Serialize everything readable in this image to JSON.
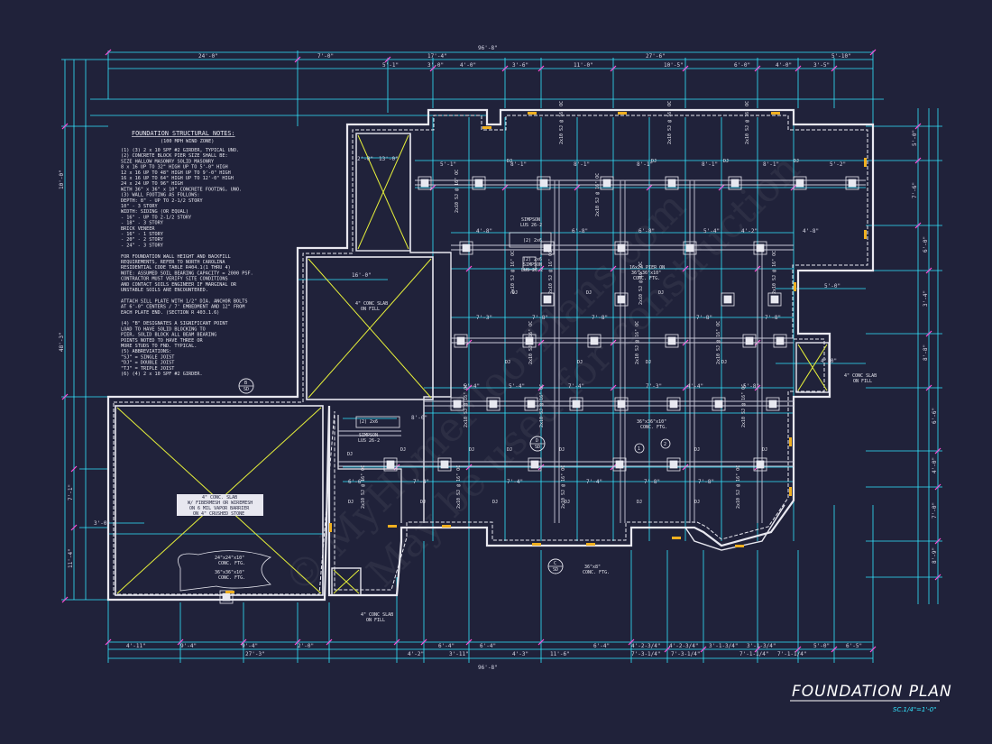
{
  "sheet": {
    "title": "FOUNDATION PLAN",
    "scale": "SC.1/4\"=1'-0\"",
    "watermark_line1": "© MyHomeFloorPlans.com",
    "watermark_line2": "May be used for construction"
  },
  "notes": {
    "heading": "FOUNDATION STRUCTURAL NOTES:",
    "subheading": "(100 MPH WIND ZONE)",
    "lines": [
      "(1) (3) 2 x 10 SPF #2 GIRDER, TYPICAL UNO.",
      "(2) CONCRETE BLOCK PIER SIZE SHALL BE:",
      "     SIZE    HALLOW MASONRY   SOLID MASONRY",
      "     8 x 16    UP TO 32\" HIGH    UP TO 5'-0\" HIGH",
      "     12 x 16   UP TO 48\" HIGH    UP TO 9'-0\" HIGH",
      "     16 x 16   UP TO 64\" HIGH    UP TO 12'-0\" HIGH",
      "     24 x 24   UP TO 96\" HIGH",
      "     WITH 36\" x 36\" x 10\" CONCRETE FOOTING, UNO.",
      "(3) WALL FOOTING AS FOLLOWS:",
      "     DEPTH:  8\" - UP TO 2-1/2 STORY",
      "             10\" - 3 STORY",
      "     WIDTH:  SIDING (OR EQUAL)",
      "               - 16\" - UP TO 2-1/2 STORY",
      "               - 18\" - 3 STORY",
      "             BRICK VENEER",
      "               - 16\" - 1 STORY",
      "               - 20\" - 2 STORY",
      "               - 24\" - 3 STORY",
      "",
      "FOR FOUNDATION WALL HEIGHT AND BACKFILL",
      "REQUIREMENTS, REFER TO NORTH CAROLINA",
      "RESIDENTIAL CODE TABLE R404.1(1 THRU 4)",
      "NOTE: ASSUMED SOIL BEARING CAPACITY = 2000 PSF.",
      "CONTRACTOR MUST VERIFY SITE CONDITIONS",
      "AND CONTACT SOILS ENGINEER IF MARGINAL OR",
      "UNSTABLE SOILS ARE ENCOUNTERED.",
      "",
      "ATTACH SILL PLATE WITH 1/2\" DIA. ANCHOR BOLTS",
      "AT 6'-0\" CENTERS / 7' EMBEDMENT AND 12\" FROM",
      "EACH PLATE END. (SECTION R 403.1.6)",
      "",
      "(4) \"B\" DESIGNATES A SIGNIFICANT POINT",
      "     LOAD TO HAVE SOLID BLOCKING TO",
      "     PIER, SOLID BLOCK ALL BEAM BEARING",
      "     POINTS NOTED TO HAVE THREE OR",
      "     MORE STUDS TO FND. TYPICAL.",
      "(5) ABBREVIATIONS:",
      "     \"SJ\" = SINGLE JOIST",
      "     \"DJ\" = DOUBLE JOIST",
      "     \"TJ\" = TRIPLE JOIST",
      "(6) (4) 2 x 10 SPF #2 GIRDER."
    ]
  },
  "labels": {
    "slab_porch": "4\" CONC SLAB",
    "slab_porch_2": "ON FILL",
    "slab_right": "4\" CONC SLAB",
    "slab_right_2": "ON FILL",
    "slab_bottom": "4\" CONC SLAB",
    "slab_bottom_2": "ON FILL",
    "garage_note_1": "4\" CONC. SLAB",
    "garage_note_2": "W/ FIBERMESH OR WIREMESH",
    "garage_note_3": "ON 6 MIL VAPOR BARRIER",
    "garage_note_4": "ON 4\" CRUSHED STONE",
    "garage_ftg_1": "24\"x24\"x10\"",
    "garage_ftg_2": "CONC. FTG.",
    "garage_ftg_3": "36\"x36\"x10\"",
    "garage_ftg_4": "CONC. FTG.",
    "pier_16x24_1": "16x24 PIER ON",
    "pier_16x24_2": "36\"x36\"x10\"",
    "pier_16x24_3": "CONC. FTG.",
    "pier_36_1": "36\"x36\"x10\"",
    "pier_36_2": "CONC. FTG.",
    "pier_bottom_1": "36\"x8\"",
    "pier_bottom_2": "CONC. FTG.",
    "simpson_1": "SIMPSON",
    "simpson_2": "LUS 26-2",
    "simpson_3": "(2) 2x6",
    "simpson_4": "(2) 2x6",
    "simpson_5": "SIMPSON",
    "simpson_6": "LUS 26-2",
    "simpson_7": "(2) 2x6",
    "simpson_8": "SIMPSON",
    "simpson_9": "LUS 26-2",
    "joist": "2x10 SJ @ 16\" OC",
    "dj": "DJ",
    "section_b": "B",
    "section_c": "C",
    "section_d": "D",
    "section_sd": "SD",
    "callout_1": "1",
    "callout_2": "2"
  },
  "dims": {
    "overall_top": "96'-8\"",
    "overall_bottom": "96'-8\"",
    "top_row_a": [
      "24'-0\"",
      "7'-0\"",
      "17'-4\"",
      "27'-6\"",
      "5'-10\""
    ],
    "top_row_b": [
      "5'-1\"",
      "3'-0\"",
      "4'-0\"",
      "3'-6\"",
      "11'-0\"",
      "10'-5\"",
      "6'-0\"",
      "4'-0\"",
      "3'-5\""
    ],
    "bottom_row_a": [
      "4'-11\"",
      "9'-4\"",
      "9'-4\"",
      "2'-0\"",
      "6'-4\"",
      "6'-4\"",
      "6'-4\"",
      "4'-2-3/4\"",
      "4'-2-3/4\"",
      "3'-1-3/4\"",
      "3'-1-3/4\"",
      "5'-0\"",
      "6'-5\""
    ],
    "bottom_row_b": [
      "27'-3\"",
      "4'-2\"",
      "3'-11\"",
      "4'-3\"",
      "11'-6\"",
      "7'-3-1/4\"",
      "7'-3-1/4\"",
      "7'-1-1/4\"",
      "7'-1-1/4\""
    ],
    "left_side": [
      "10'-0\"",
      "48'-3\"",
      "7'-1\"",
      "11'-4\""
    ],
    "right_side": [
      "5'-0\"",
      "7'-6\"",
      "6'-0\"",
      "3'-4\"",
      "8'-8\"",
      "6'-6\"",
      "4'-0\"",
      "7'-0\"",
      "8'-9\""
    ],
    "bay_row_1": [
      "5'-1\"",
      "8'-1\"",
      "8'-1\"",
      "8'-1\"",
      "8'-1\"",
      "8'-1\"",
      "5'-2\""
    ],
    "bay_row_2": [
      "4'-8\"",
      "6'-8\"",
      "6'-8\"",
      "5'-4\"",
      "4'-2\"",
      "4'-8\""
    ],
    "bay_row_3": [
      "7'-3\"",
      "7'-8\"",
      "7'-8\"",
      "7'-8\"",
      "7'-8\""
    ],
    "bay_row_4": [
      "5'-4\"",
      "5'-4\"",
      "7'-4\"",
      "7'-3\"",
      "4'-4\"",
      "5'-8\""
    ],
    "bay_row_5": [
      "6'-6\"",
      "7'-4\"",
      "7'-4\"",
      "7'-4\"",
      "7'-8\"",
      "7'-8\""
    ],
    "misc": [
      "13'-0\"",
      "16'-0\"",
      "5'-0\"",
      "4'-0\"",
      "3'-0\"",
      "8'-0\"",
      "2'-0\""
    ]
  },
  "colors": {
    "background": "#20223a",
    "wall": "#e8e8f0",
    "dimension": "#32e6ff",
    "dim_tick": "#ff4fd8",
    "slab_x": "#e6f03a",
    "girder": "#c8c8d8",
    "bolt": "#f0b020"
  }
}
